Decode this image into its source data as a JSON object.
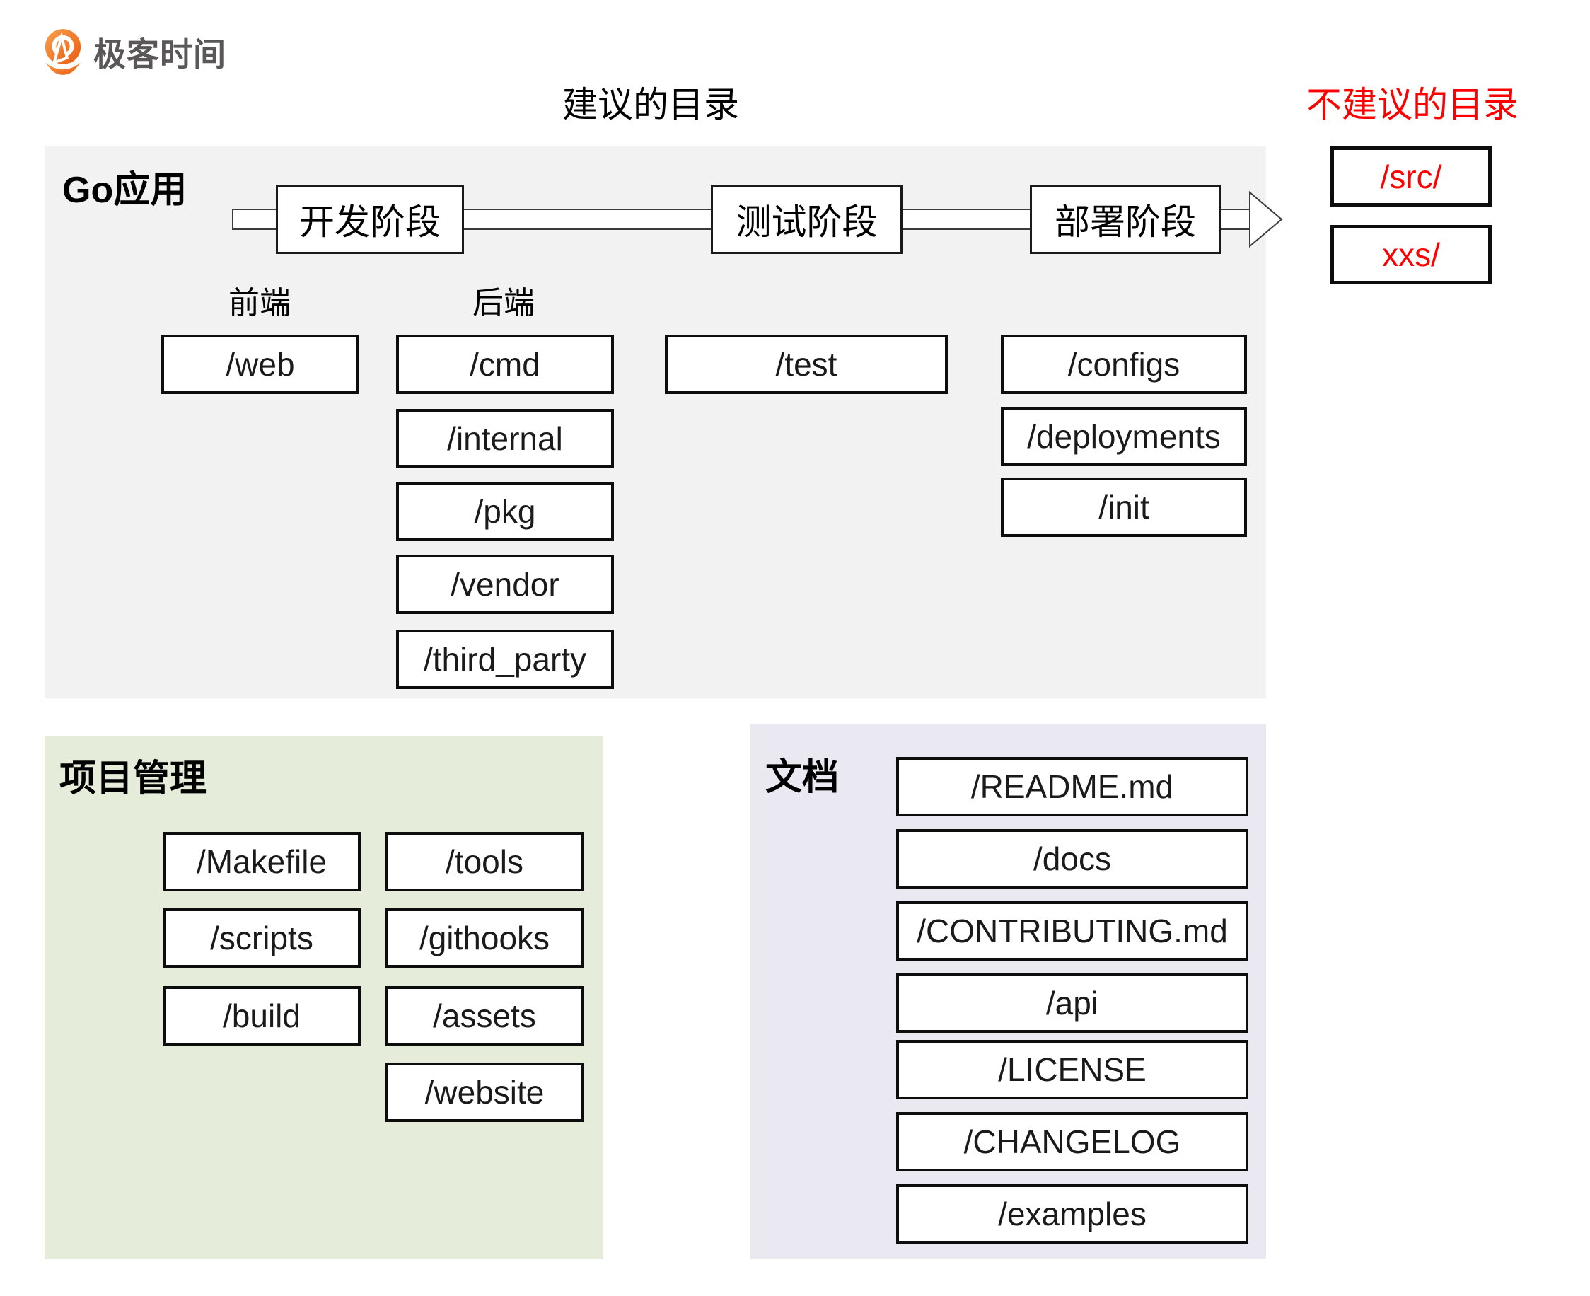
{
  "logo": {
    "brand": "极客时间"
  },
  "titles": {
    "suggested": "建议的目录",
    "not_suggested": "不建议的目录"
  },
  "colors": {
    "accent_red": "#FE0000",
    "brand_orange": "#ED6A1C",
    "panel_gray": "#F2F2F2",
    "panel_green": "#E5ECDA",
    "panel_purple": "#EAE8F1",
    "box_border": "#0D0D0D"
  },
  "go_app": {
    "title": "Go应用",
    "stages": [
      "开发阶段",
      "测试阶段",
      "部署阶段"
    ],
    "frontend_label": "前端",
    "backend_label": "后端",
    "frontend_dirs": [
      "/web"
    ],
    "backend_dirs": [
      "/cmd",
      "/internal",
      "/pkg",
      "/vendor",
      "/third_party"
    ],
    "test_dirs": [
      "/test"
    ],
    "deploy_dirs": [
      "/configs",
      "/deployments",
      "/init"
    ]
  },
  "project_management": {
    "title": "项目管理",
    "column1": [
      "/Makefile",
      "/scripts",
      "/build"
    ],
    "column2": [
      "/tools",
      "/githooks",
      "/assets",
      "/website"
    ]
  },
  "documentation": {
    "title": "文档",
    "items": [
      "/README.md",
      "/docs",
      "/CONTRIBUTING.md",
      "/api",
      "/LICENSE",
      "/CHANGELOG",
      "/examples"
    ]
  },
  "not_suggested": {
    "items": [
      "/src/",
      "xxs/"
    ]
  }
}
